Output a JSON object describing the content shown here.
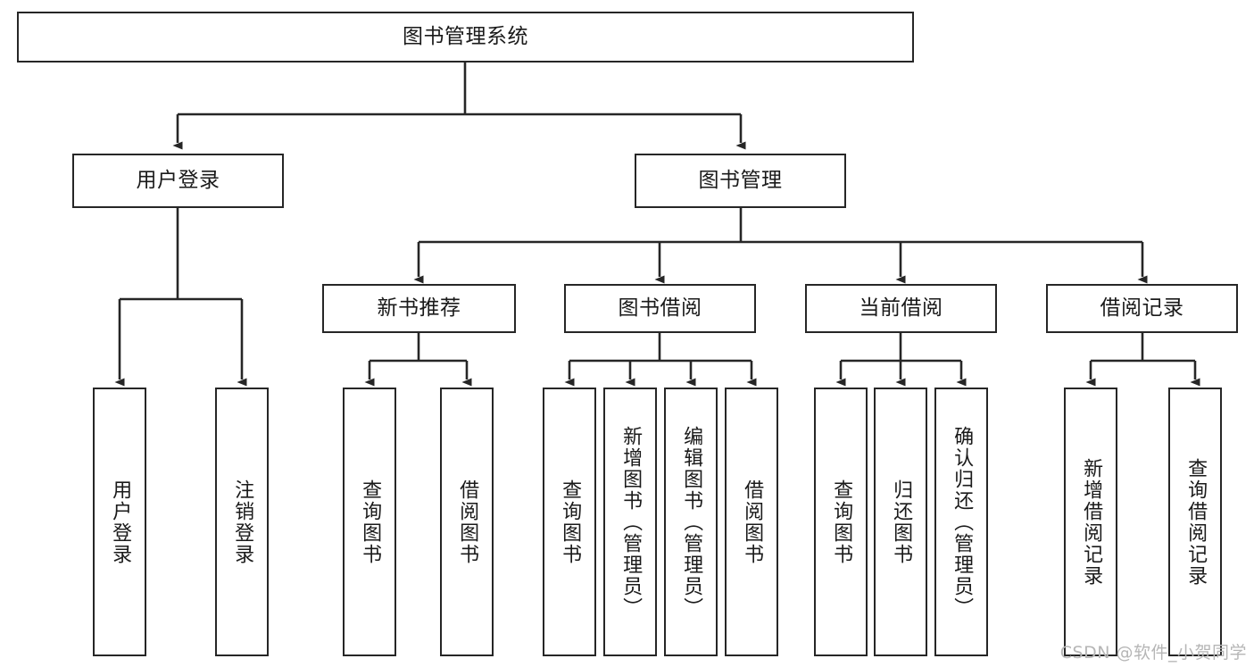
{
  "diagram": {
    "title": "图书管理系统",
    "watermark": "CSDN @软件_小贺同学",
    "stroke_color": "#262626",
    "background_color": "#ffffff",
    "text_color": "#1a1a1a",
    "watermark_color": "#b6b6b6",
    "root": {
      "label": "图书管理系统"
    },
    "level2": [
      {
        "label": "用户登录"
      },
      {
        "label": "图书管理"
      }
    ],
    "level3": [
      {
        "label": "新书推荐"
      },
      {
        "label": "图书借阅"
      },
      {
        "label": "当前借阅"
      },
      {
        "label": "借阅记录"
      }
    ],
    "leaves": {
      "user_login": [
        {
          "label": "用户登录"
        },
        {
          "label": "注销登录"
        }
      ],
      "new_book_recommend": [
        {
          "label": "查询图书"
        },
        {
          "label": "借阅图书"
        }
      ],
      "book_borrow": [
        {
          "label": "查询图书"
        },
        {
          "label": "新增图书（管理员）"
        },
        {
          "label": "编辑图书（管理员）"
        },
        {
          "label": "借阅图书"
        }
      ],
      "current_borrow": [
        {
          "label": "查询图书"
        },
        {
          "label": "归还图书"
        },
        {
          "label": "确认归还（管理员）"
        }
      ],
      "borrow_record": [
        {
          "label": "新增借阅记录"
        },
        {
          "label": "查询借阅记录"
        }
      ]
    }
  }
}
